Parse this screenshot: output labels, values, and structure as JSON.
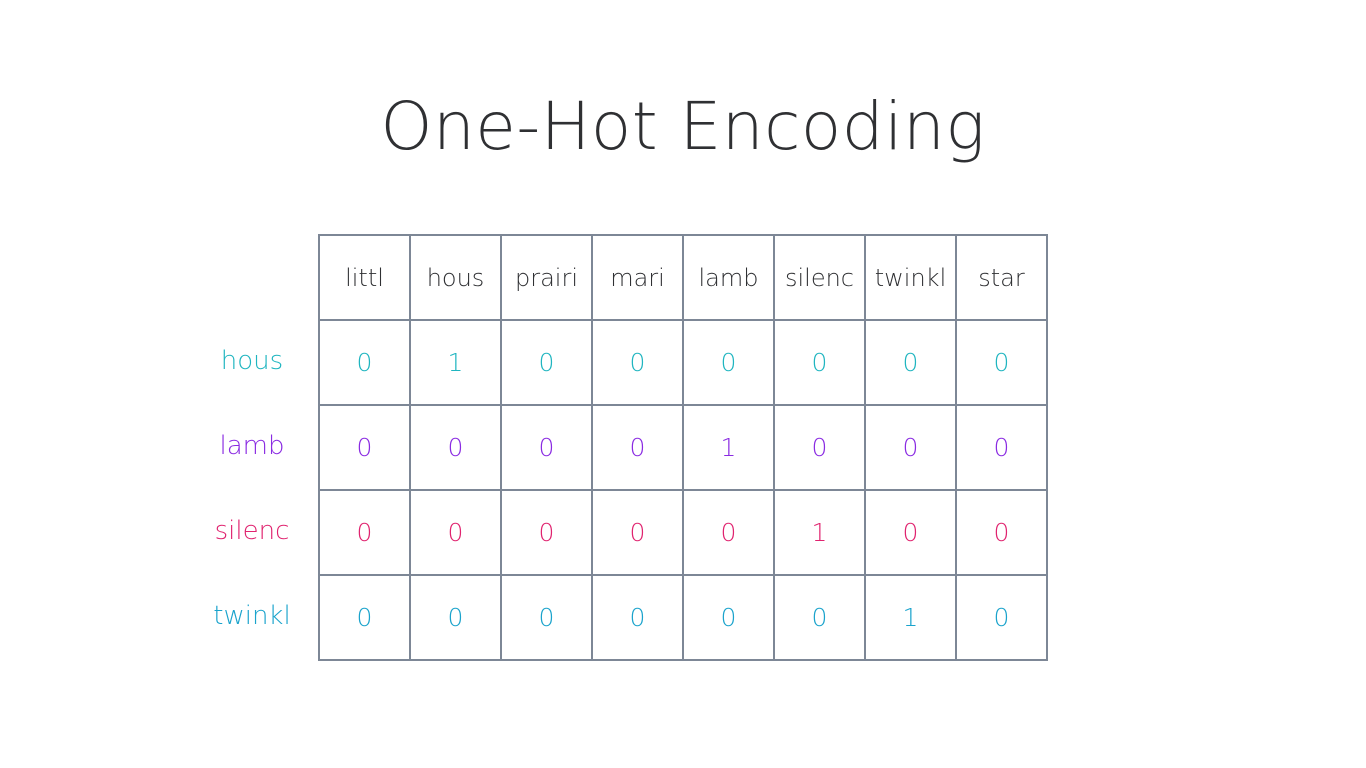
{
  "slide": {
    "title": "One-Hot Encoding"
  },
  "table": {
    "columns": [
      "littl",
      "hous",
      "prairi",
      "mari",
      "lamb",
      "silenc",
      "twinkl",
      "star"
    ],
    "rows": [
      {
        "label": "hous",
        "color": "#1fb5c0",
        "values": [
          "0",
          "1",
          "0",
          "0",
          "0",
          "0",
          "0",
          "0"
        ]
      },
      {
        "label": "lamb",
        "color": "#8a2be2",
        "values": [
          "0",
          "0",
          "0",
          "0",
          "1",
          "0",
          "0",
          "0"
        ]
      },
      {
        "label": "silenc",
        "color": "#e0236f",
        "values": [
          "0",
          "0",
          "0",
          "0",
          "0",
          "1",
          "0",
          "0"
        ]
      },
      {
        "label": "twinkl",
        "color": "#1aa3cc",
        "values": [
          "0",
          "0",
          "0",
          "0",
          "0",
          "0",
          "1",
          "0"
        ]
      }
    ]
  }
}
